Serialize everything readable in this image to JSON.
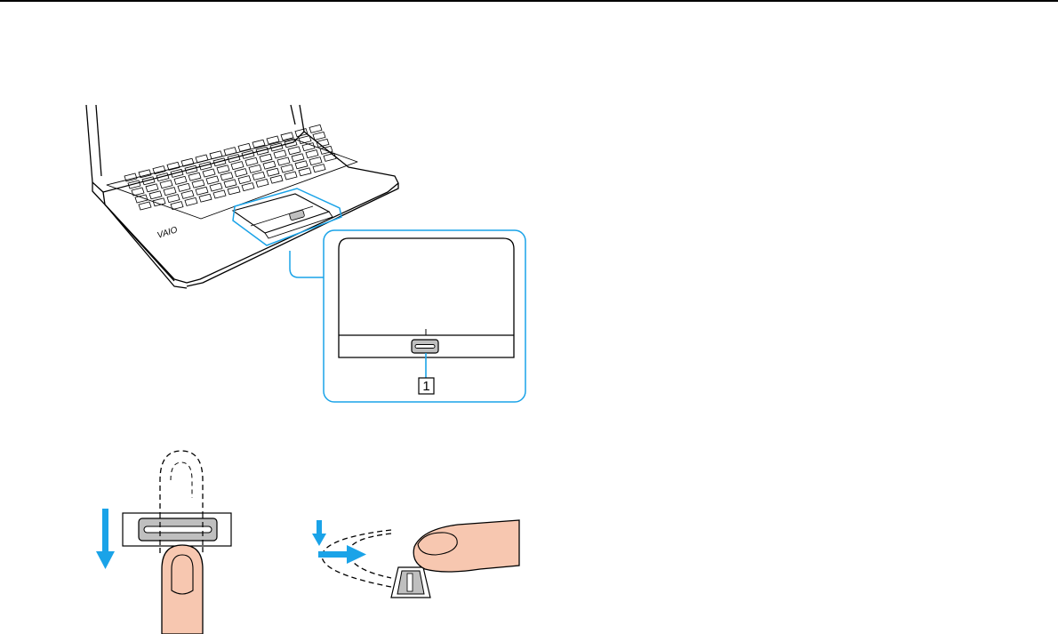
{
  "figure_top": {
    "callout_label": "1",
    "brand_mark": "VAIO"
  },
  "figure_bottom": {
    "swipe_direction": "down",
    "arrow_color": "#1aa3e8"
  },
  "colors": {
    "accent": "#1aa3e8",
    "skin": "#f7c7b0",
    "sensor_gray": "#bfbfbf"
  },
  "icons": [
    "laptop-illustration",
    "touch-pad-icon",
    "fingerprint-sensor-icon",
    "finger-icon",
    "down-arrow-icon",
    "right-arrow-icon"
  ]
}
